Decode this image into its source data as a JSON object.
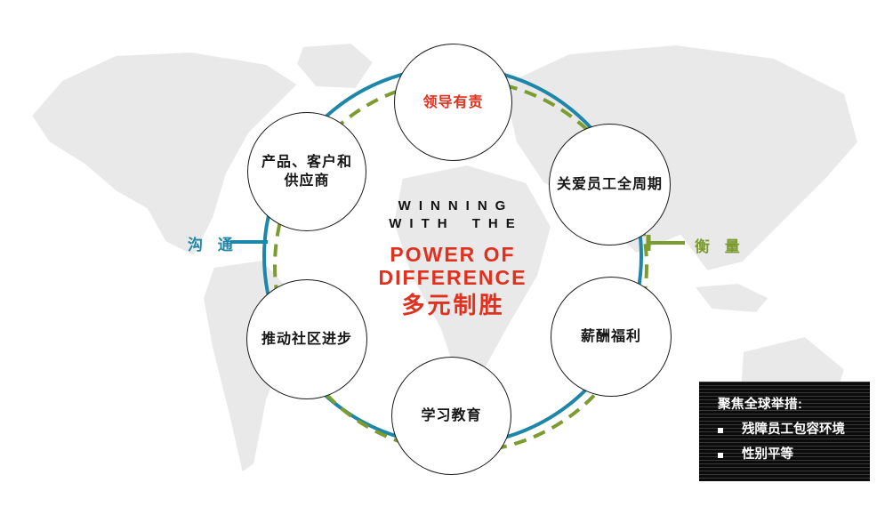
{
  "diagram": {
    "center": {
      "eyebrow_line1": "WINNING",
      "eyebrow_line2": "WITH THE",
      "title_line1": "POWER OF",
      "title_line2": "DIFFERENCE",
      "title_cn": "多元制胜"
    },
    "nodes": [
      {
        "label": "领导有责",
        "highlight": true
      },
      {
        "label": "关爱员工全周期"
      },
      {
        "label": "薪酬福利"
      },
      {
        "label": "学习教育"
      },
      {
        "label": "推动社区进步"
      },
      {
        "label": "产品、客户和\n供应商"
      }
    ],
    "side_labels": {
      "left": "沟 通",
      "right": "衡 量"
    },
    "callout": {
      "title": "聚焦全球举措:",
      "items": [
        "残障员工包容环境",
        "性别平等"
      ]
    },
    "colors": {
      "accent_red": "#e0301e",
      "ring_teal": "#1e86a8",
      "ring_olive": "#7d9c2f",
      "map_gray": "#e9e9e9",
      "callout_bg": "#0b0b0b"
    }
  }
}
